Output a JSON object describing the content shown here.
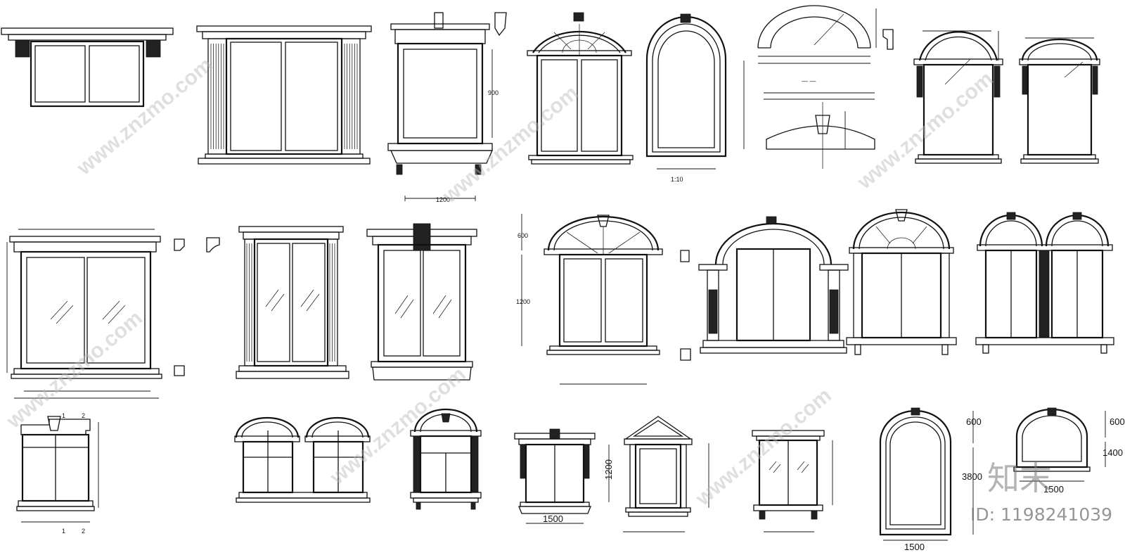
{
  "sheet": {
    "watermark_text": "www.znzmo.com",
    "brand_cn": "知末",
    "brand_id": "ID: 1198241039"
  },
  "dimensions": {
    "d_900": "900",
    "d_1200_a": "1200",
    "d_1200_b": "1200",
    "d_1500_a": "1500",
    "d_1500_b": "1500",
    "d_1500_c": "1500",
    "d_600_a": "600",
    "d_600_b": "600",
    "d_600_c": "600",
    "d_1200_c": "1200",
    "d_3800": "3800",
    "d_1400": "1400",
    "scale_note": "1:10",
    "section_mark_1": "1",
    "section_mark_2": "2"
  },
  "colors": {
    "line": "#111111",
    "watermark": "#b9b9b9",
    "background": "#ffffff"
  }
}
